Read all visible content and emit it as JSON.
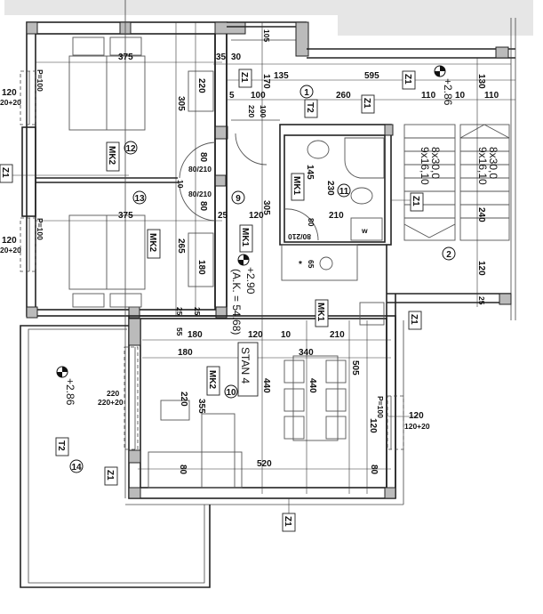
{
  "room_numbers": {
    "r12": "12",
    "r13": "13",
    "r9": "9",
    "r11": "11",
    "r10": "10",
    "r1": "1",
    "r2": "2",
    "r14": "14"
  },
  "tags": {
    "mk2_a": "MK2",
    "mk2_b": "MK2",
    "mk2_c": "MK2",
    "mk1_a": "MK1",
    "mk1_b": "MK1",
    "mk1_c": "MK1",
    "t2_a": "T2",
    "t2_b": "T2",
    "z1_a": "Z1",
    "z1_b": "Z1",
    "z1_c": "Z1",
    "z1_d": "Z1",
    "z1_e": "Z1",
    "z1_f": "Z1",
    "z1_g": "Z1",
    "z1_h": "Z1",
    "stan": "STAN 4"
  },
  "elevations": {
    "corridor": "+2.90",
    "balcony": "+2.86",
    "terrace": "+2.86"
  },
  "area": "(A.K. = 54.68)",
  "doors": {
    "d1": "80/210",
    "d2": "80/210",
    "d3": "80/210"
  },
  "windows": {
    "w1": {
      "width": "120",
      "height": "20+20",
      "sill": "P=100"
    },
    "w2": {
      "width": "120",
      "height": "20+20",
      "sill": "P=100"
    },
    "w3": {
      "width": "220",
      "height": "220+20"
    },
    "w4": {
      "width": "120",
      "height": "120+20",
      "sill": "P=100"
    }
  },
  "stairs": {
    "s1a": "8x30,0",
    "s1b": "9x16,10",
    "s2a": "8x30,0",
    "s2b": "9x16,10"
  },
  "fixtures": {
    "washer": "w",
    "star": "*"
  },
  "dimensions": {
    "b12_width": "375",
    "b12_len": "305",
    "b12_wardrobe": "220",
    "b13_width": "375",
    "b13_len": "265",
    "b13_wardrobe": "180",
    "door80a": "80",
    "door80b": "80",
    "wall10": "10",
    "c35": "35",
    "c30": "30",
    "c135": "135",
    "c170": "170",
    "c105": "105",
    "c100": "100",
    "c5": "5",
    "c220": "220",
    "c100b": "100",
    "c595": "595",
    "c260": "260",
    "c110a": "110",
    "c10": "10",
    "c130": "130",
    "c110b": "110",
    "cor120": "120",
    "cor25": "25",
    "cor305": "305",
    "bath145": "145",
    "bath230": "230",
    "bath210": "210",
    "bath80": "80",
    "k65": "65",
    "st240": "240",
    "st120": "120",
    "st25": "25",
    "l25a": "25",
    "l25b": "25",
    "l55": "55",
    "l180a": "180",
    "l120": "120",
    "l10": "10",
    "l210": "210",
    "l180b": "180",
    "l340": "340",
    "l440a": "440",
    "l440b": "440",
    "l505": "505",
    "l220": "220",
    "l355": "355",
    "l120b": "120",
    "l80a": "80",
    "l520": "520",
    "l80b": "80"
  }
}
